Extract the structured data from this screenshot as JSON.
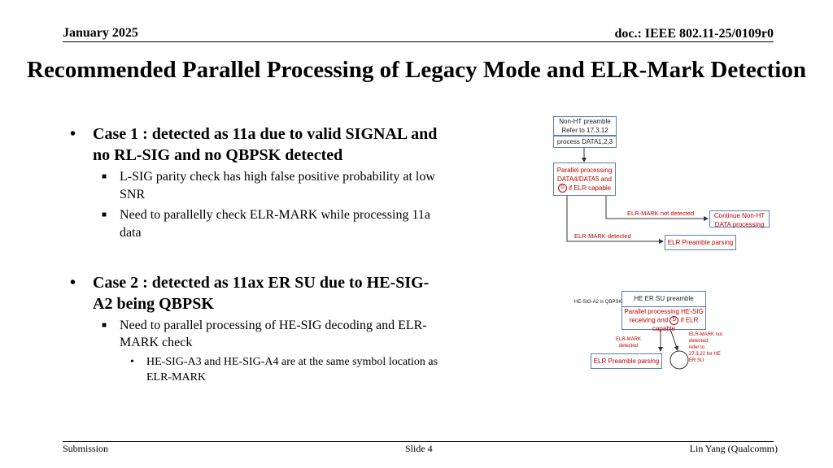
{
  "header": {
    "date": "January 2025",
    "doc": "doc.: IEEE 802.11-25/0109r0"
  },
  "title": "Recommended Parallel Processing of Legacy Mode and ELR-Mark Detection",
  "case1": {
    "heading_line1": "Case 1 : detected as 11a due to valid SIGNAL and",
    "heading_line2": "no RL-SIG and no QBPSK detected",
    "sub1_line1": "L-SIG parity check has high false positive probability at low",
    "sub1_line2": "SNR",
    "sub2_line1": "Need to parallelly check ELR-MARK while processing 11a",
    "sub2_line2": "data"
  },
  "case2": {
    "heading_line1": "Case 2 : detected as 11ax ER SU due to HE-SIG-",
    "heading_line2": "A2 being QBPSK",
    "sub1_line1": "Need to parallel processing of HE-SIG decoding and ELR-",
    "sub1_line2": "MARK check",
    "sub1a_line1": "HE-SIG-A3 and HE-SIG-A4 are at the same symbol location as",
    "sub1a_line2": "ELR-MARK"
  },
  "diagram1": {
    "box1_line1": "Non-HT preamble",
    "box1_line2": "Refer to 17.3.12",
    "box2": "process DATA1,2,3",
    "box3_line1": "Parallel processing",
    "box3_line2": "DATA4/DATA5 and",
    "box3_badge": "D",
    "box3_line3": "if ELR capable",
    "label_not_detected": "ELR-MARK not detected",
    "label_detected": "ELR-MARK detected",
    "box4_line1": "Continue Non-HT",
    "box4_line2": "DATA processing",
    "box5": "ELR Preamble parsing"
  },
  "diagram2": {
    "side_label": "HE-SIG-A2 is QBPSK",
    "box1": "HE ER SU preamble",
    "box2_line1": "Parallel processing HE-SIG",
    "box2_line2a": "receiving and",
    "box2_badge": "D",
    "box2_line2b": "if ELR",
    "box2_line3": "capable",
    "label_detected_line1": "ELR-MARK",
    "label_detected_line2": "detected",
    "label_not_detected_line1": "ELR-MARK not",
    "label_not_detected_line2": "detected,",
    "label_not_detected_line3": "refer to",
    "label_not_detected_line4": "27.3.22 for HE",
    "label_not_detected_line5": "ER SU",
    "box3": "ELR Preamble parsing"
  },
  "footer": {
    "left": "Submission",
    "center": "Slide 4",
    "right": "Lin Yang (Qualcomm)"
  }
}
